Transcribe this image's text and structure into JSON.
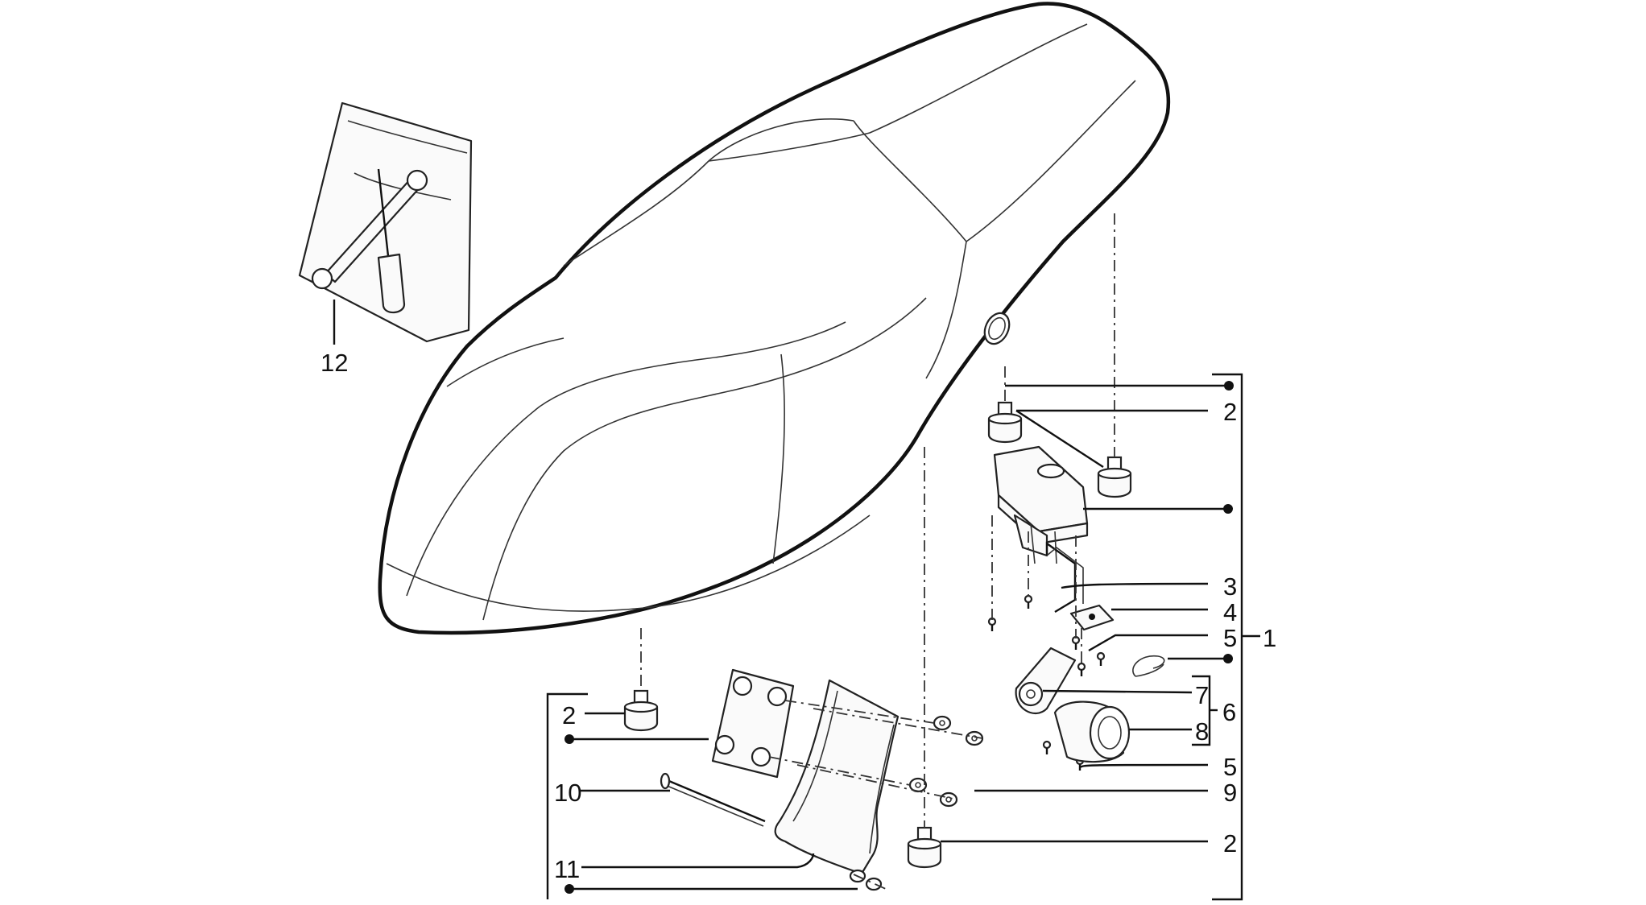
{
  "callouts": {
    "label_12": "12",
    "label_2_top": "2",
    "label_3": "3",
    "label_4": "4",
    "label_5_top": "5",
    "label_1": "1",
    "label_7": "7",
    "label_6": "6",
    "label_8": "8",
    "label_5_bottom": "5",
    "label_9": "9",
    "label_2_bottom": "2",
    "label_2_left": "2",
    "label_10": "10",
    "label_11": "11"
  }
}
